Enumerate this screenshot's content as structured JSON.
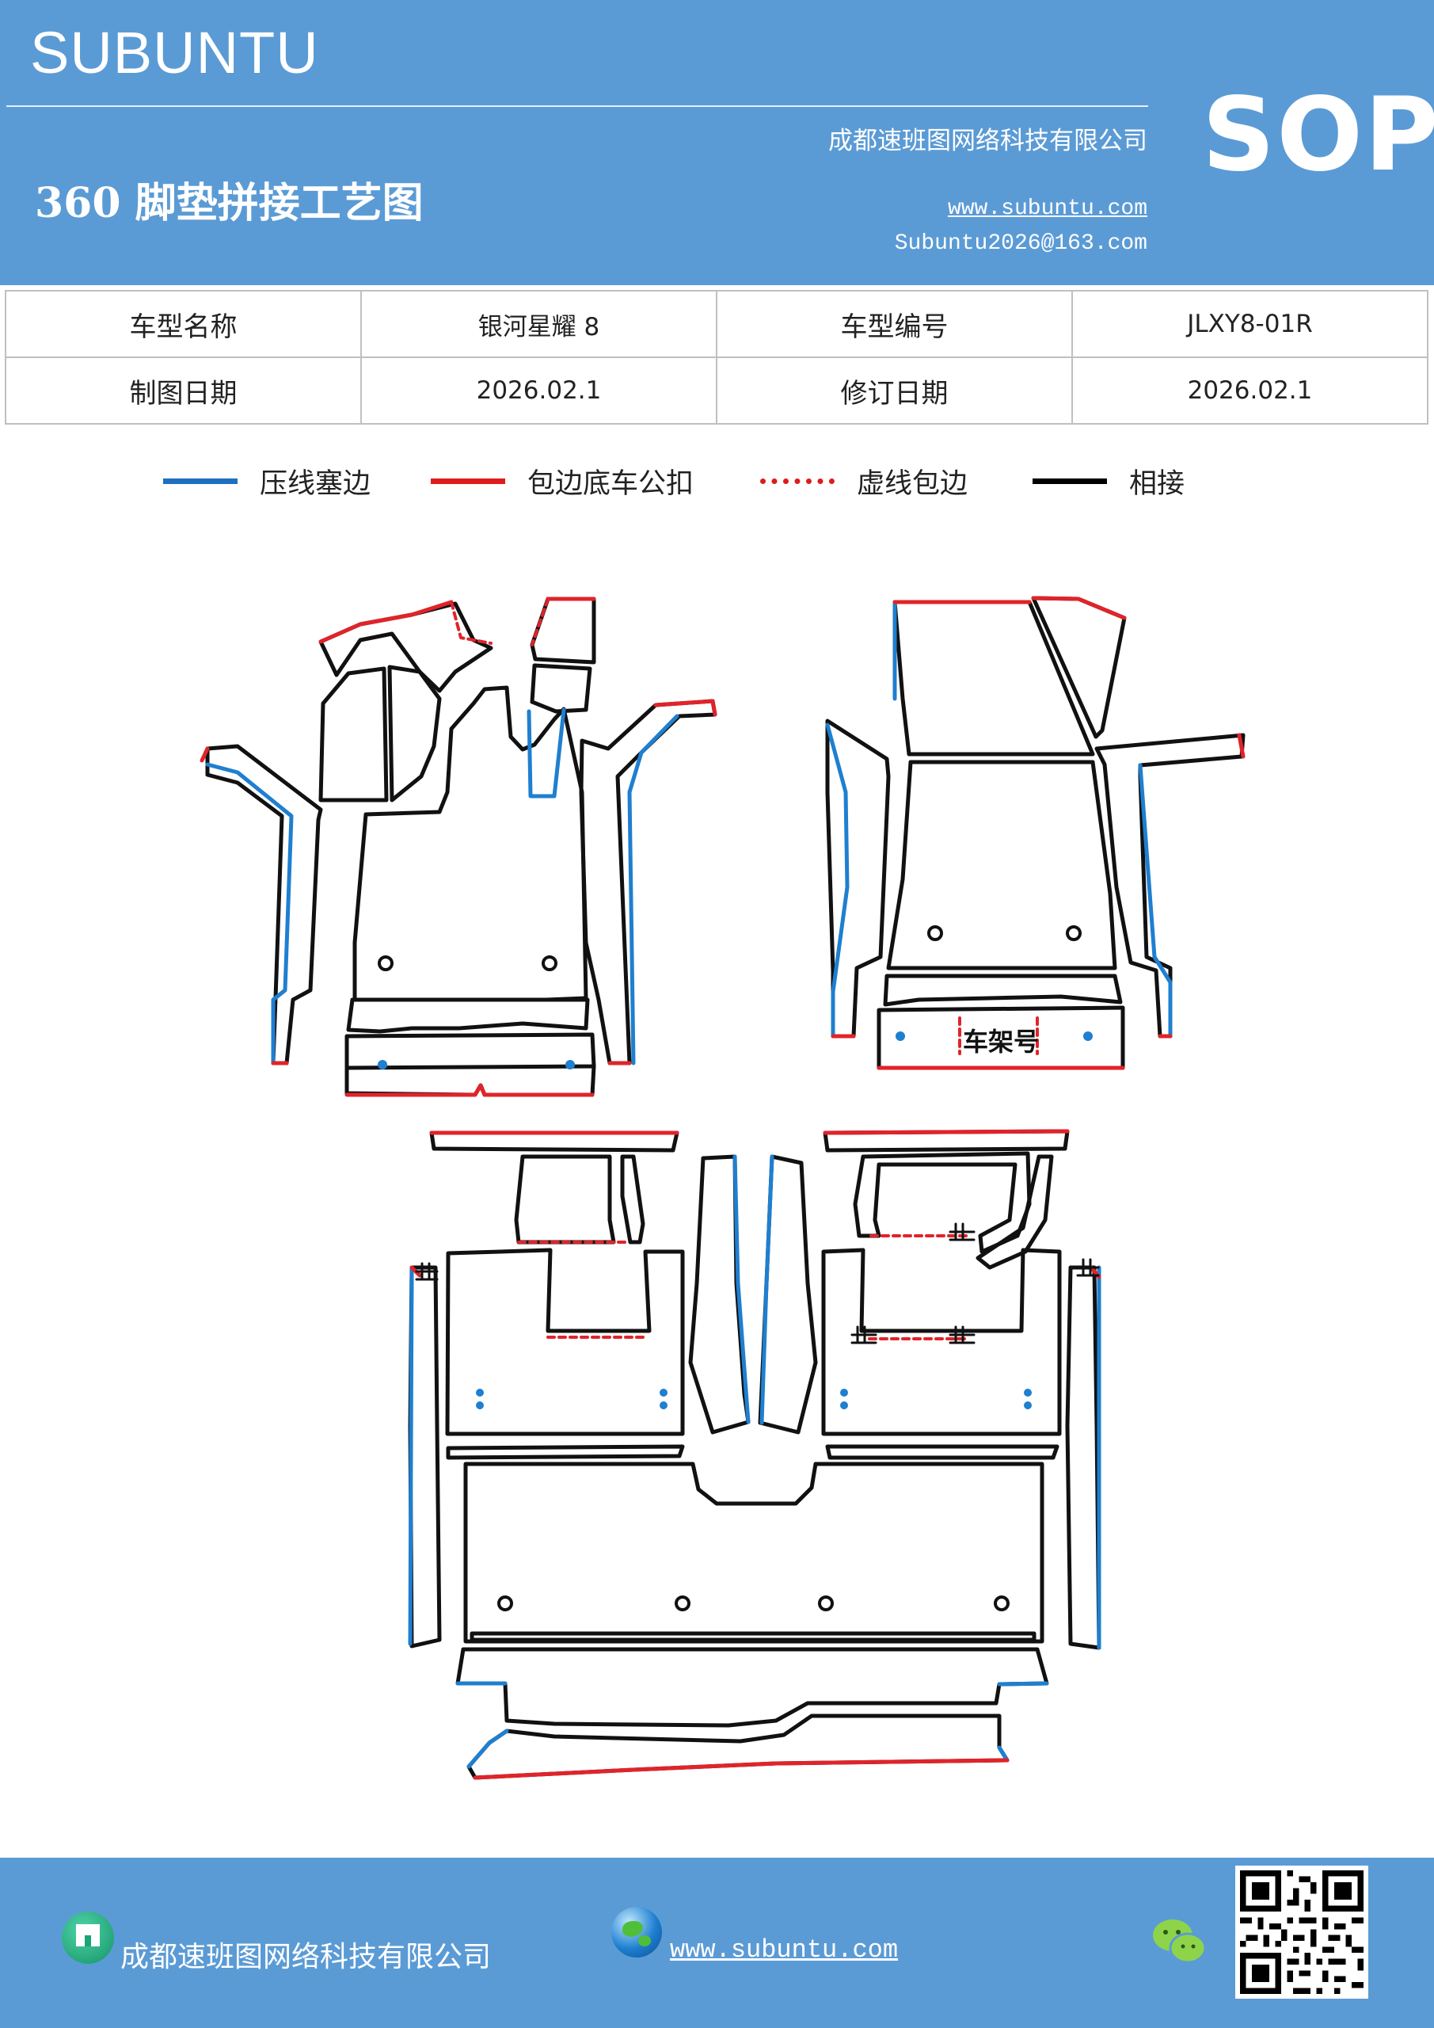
{
  "header": {
    "brand": "SUBUNTU",
    "title": "360 脚垫拼接工艺图",
    "badge": "SOP",
    "company": "成都速班图网络科技有限公司",
    "website": "www.subuntu.com",
    "email": "Subuntu2026@163.com"
  },
  "info_table": {
    "rows": [
      {
        "label1": "车型名称",
        "value1": "银河星耀 8",
        "label2": "车型编号",
        "value2": "JLXY8-01R"
      },
      {
        "label1": "制图日期",
        "value1": "2026.02.1",
        "label2": "修订日期",
        "value2": "2026.02.1"
      }
    ]
  },
  "legend": [
    {
      "label": "压线塞边",
      "color": "#1f6fc1",
      "style": "solid"
    },
    {
      "label": "包边底车公扣",
      "color": "#e01b1b",
      "style": "solid"
    },
    {
      "label": "虚线包边",
      "color": "#e01b1b",
      "style": "dashed"
    },
    {
      "label": "相接",
      "color": "#000000",
      "style": "solid"
    }
  ],
  "drawing": {
    "frame_label": "车架号",
    "colors": {
      "outline": "#111111",
      "press": "#1f7fd0",
      "edge": "#e0242a"
    }
  },
  "footer": {
    "company": "成都速班图网络科技有限公司",
    "website": "www.subuntu.com",
    "icons": [
      "company-icon",
      "globe-icon",
      "wechat-icon",
      "qr-code"
    ]
  }
}
